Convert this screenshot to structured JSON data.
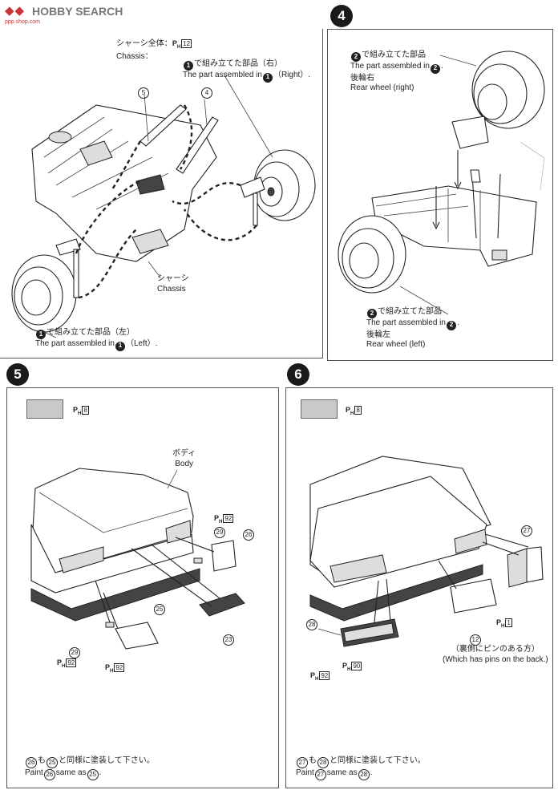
{
  "header": {
    "logo_text": "HOBBY SEARCH",
    "logo_sub": "ppp.shop.com"
  },
  "step3": {
    "chassis_whole_jp": "シャーシ全体：",
    "chassis_whole_en": "Chassis：",
    "chassis_paint": "12",
    "ref_part": "1",
    "right_jp": "で組み立てた部品（右）",
    "right_en_pre": "The part assembled in",
    "right_en_post": "（Right）.",
    "left_jp": "で組み立てた部品（左）",
    "left_en_pre": "The part assembled in",
    "left_en_post": "（Left）.",
    "chassis_jp": "シャーシ",
    "chassis_en": "Chassis",
    "part5": "5",
    "part4": "4"
  },
  "step4": {
    "number": "4",
    "ref_part": "2",
    "suffix_jp": "で組み立てた部品",
    "en_pre": "The part assembled in",
    "en_post": ".",
    "right_jp": "後輪右",
    "right_en": "Rear wheel (right)",
    "left_jp": "後輪左",
    "left_en": "Rear wheel (left)"
  },
  "step5": {
    "number": "5",
    "swatch_paint": "8",
    "body_jp": "ボディ",
    "body_en": "Body",
    "paint92": "92",
    "part29": "29",
    "part26": "26",
    "part25": "25",
    "part23": "23",
    "note_a": "26",
    "note_b": "25",
    "note_jp_mid": "も",
    "note_jp_end": "と同様に塗装して下さい。",
    "note_en_pre": "Paint",
    "note_en_mid": "same as",
    "note_en_end": "."
  },
  "step6": {
    "number": "6",
    "swatch_paint": "8",
    "part27": "27",
    "part28": "28",
    "part12": "12",
    "paint1": "1",
    "paint92": "92",
    "paint90": "90",
    "pins_jp": "（裏側にピンのある方）",
    "pins_en": "(Which has pins on the back.)",
    "note_a": "27",
    "note_b": "28",
    "note_jp_mid": "も",
    "note_jp_end": "と同様に塗装して下さい。",
    "note_en_pre": "Paint",
    "note_en_mid": "same as",
    "note_en_end": "."
  },
  "ph_symbol": "P",
  "ph_sub": "H"
}
